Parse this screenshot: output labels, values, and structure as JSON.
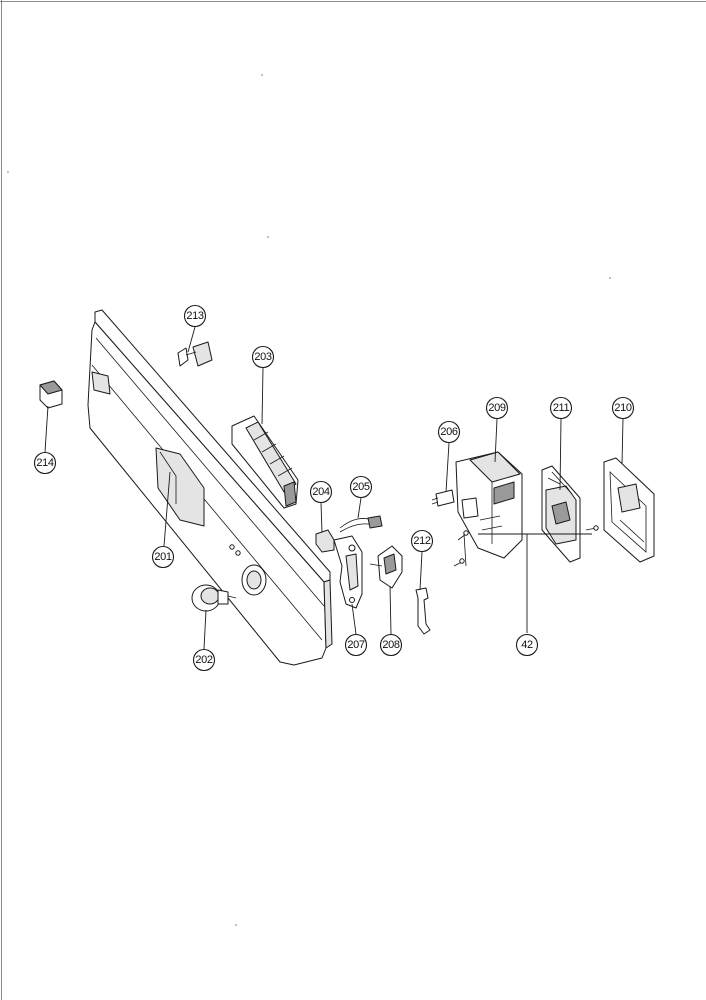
{
  "diagram": {
    "type": "exploded-parts-view",
    "callouts": [
      {
        "id": "201",
        "label": "201"
      },
      {
        "id": "202",
        "label": "202"
      },
      {
        "id": "203",
        "label": "203"
      },
      {
        "id": "204",
        "label": "204"
      },
      {
        "id": "205",
        "label": "205"
      },
      {
        "id": "206",
        "label": "206"
      },
      {
        "id": "207",
        "label": "207"
      },
      {
        "id": "208",
        "label": "208"
      },
      {
        "id": "209",
        "label": "209"
      },
      {
        "id": "210",
        "label": "210"
      },
      {
        "id": "211",
        "label": "211"
      },
      {
        "id": "212",
        "label": "212"
      },
      {
        "id": "213",
        "label": "213"
      },
      {
        "id": "214",
        "label": "214"
      },
      {
        "id": "42",
        "label": "42"
      }
    ]
  }
}
